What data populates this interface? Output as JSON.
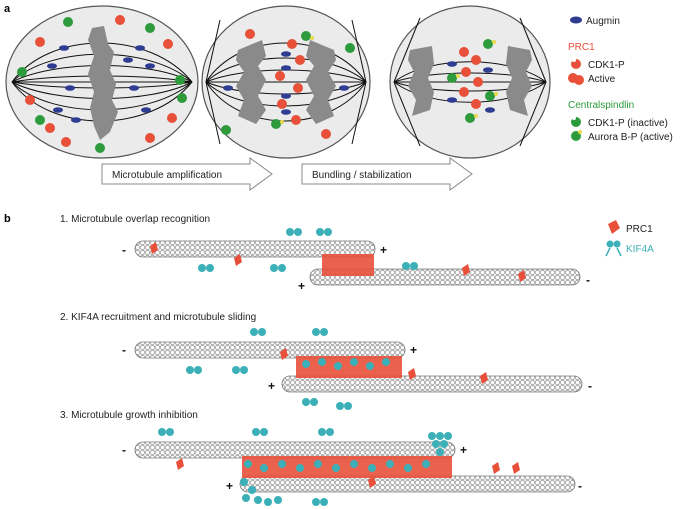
{
  "panel_a": {
    "label": "a",
    "arrows": [
      "Microtubule amplification",
      "Bundling / stabilization"
    ],
    "legend": {
      "augmin": "Augmin",
      "prc1_title": "PRC1",
      "prc1_cdk1p": "CDK1-P",
      "prc1_active": "Active",
      "centralspindlin_title": "Centralspindlin",
      "cs_cdk1p": "CDK1-P (inactive)",
      "cs_aurora": "Aurora B-P (active)"
    }
  },
  "panel_b": {
    "label": "b",
    "steps": [
      "1. Microtubule overlap recognition",
      "2. KIF4A recruitment and microtubule sliding",
      "3. Microtubule growth inhibition"
    ],
    "legend": {
      "prc1": "PRC1",
      "kif4a": "KIF4A"
    },
    "plus": "+",
    "minus": "-"
  },
  "colors": {
    "augmin": "#2e3d91",
    "prc1": "#e8503a",
    "kif4a": "#3bb0b8",
    "centralspindlin": "#2d9a3c",
    "aurora": "#e6d84a",
    "chromosome": "#8a8a8a",
    "cell": "#ebebeb",
    "microtubule": "#d9d9d9"
  }
}
